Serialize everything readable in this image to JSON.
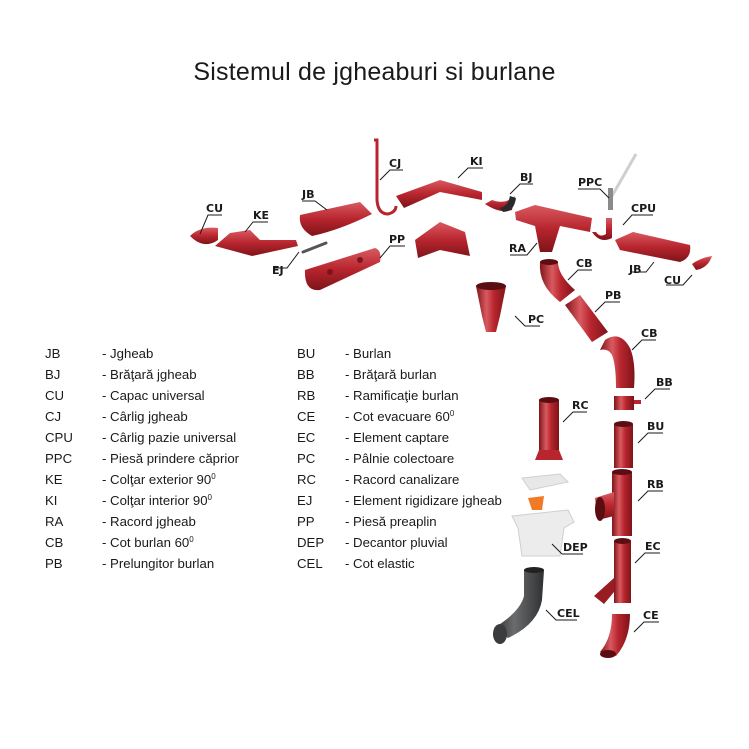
{
  "title": "Sistemul de jgheaburi si burlane",
  "colors": {
    "part_red": "#b8252e",
    "part_red_dark": "#7e1419",
    "part_red_light": "#d95a60",
    "gray_part": "#444648",
    "white_part": "#ececec",
    "basket_orange": "#f07a26",
    "label_text": "#1a1a1a"
  },
  "legend_left": [
    {
      "code": "JB",
      "desc": "- Jgheab",
      "sup": ""
    },
    {
      "code": "BJ",
      "desc": "- Brăţară jgheab",
      "sup": ""
    },
    {
      "code": "CU",
      "desc": "- Capac universal",
      "sup": ""
    },
    {
      "code": "CJ",
      "desc": "- Cârlig jgheab",
      "sup": ""
    },
    {
      "code": "CPU",
      "desc": "- Cârlig pazie universal",
      "sup": ""
    },
    {
      "code": "PPC",
      "desc": "- Piesă prindere căprior",
      "sup": ""
    },
    {
      "code": "KE",
      "desc": "- Colţar exterior 90",
      "sup": "0"
    },
    {
      "code": "KI",
      "desc": "- Colţar interior 90",
      "sup": "0"
    },
    {
      "code": "RA",
      "desc": "- Racord jgheab",
      "sup": ""
    },
    {
      "code": "CB",
      "desc": "- Cot burlan 60",
      "sup": "0"
    },
    {
      "code": "PB",
      "desc": "- Prelungitor burlan",
      "sup": ""
    }
  ],
  "legend_right": [
    {
      "code": "BU",
      "desc": "- Burlan",
      "sup": ""
    },
    {
      "code": "BB",
      "desc": "- Brăţară burlan",
      "sup": ""
    },
    {
      "code": "RB",
      "desc": "- Ramificaţie burlan",
      "sup": ""
    },
    {
      "code": "CE",
      "desc": "- Cot evacuare 60",
      "sup": "0"
    },
    {
      "code": "EC",
      "desc": "- Element captare",
      "sup": ""
    },
    {
      "code": "PC",
      "desc": "- Pâlnie colectoare",
      "sup": ""
    },
    {
      "code": "RC",
      "desc": "- Racord canalizare",
      "sup": ""
    },
    {
      "code": "EJ",
      "desc": "- Element rigidizare jgheab",
      "sup": ""
    },
    {
      "code": "PP",
      "desc": "- Piesă preaplin",
      "sup": ""
    },
    {
      "code": "DEP",
      "desc": "- Decantor pluvial",
      "sup": ""
    },
    {
      "code": "CEL",
      "desc": "- Cot elastic",
      "sup": ""
    }
  ],
  "callouts": {
    "cu_left": "CU",
    "ke": "KE",
    "jb_left": "JB",
    "ej": "EJ",
    "cj": "CJ",
    "pp": "PP",
    "ki": "KI",
    "bj": "BJ",
    "ra": "RA",
    "ppc": "PPC",
    "cpu": "CPU",
    "jb_right": "JB",
    "cu_right": "CU",
    "cb_top": "CB",
    "pc": "PC",
    "pb": "PB",
    "cb_bottom": "CB",
    "bb": "BB",
    "rc": "RC",
    "bu": "BU",
    "rb": "RB",
    "dep": "DEP",
    "ec": "EC",
    "cel": "CEL",
    "ce": "CE"
  }
}
